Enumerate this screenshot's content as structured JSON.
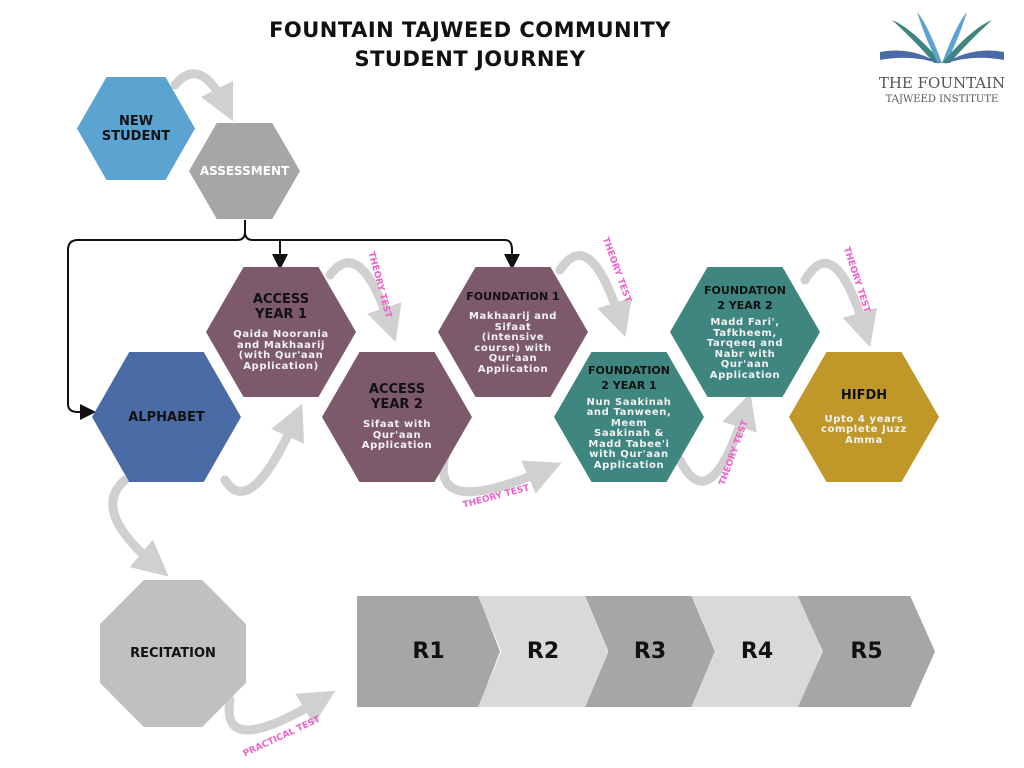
{
  "title": {
    "line1": "FOUNTAIN  TAJWEED COMMUNITY",
    "line2": "STUDENT JOURNEY"
  },
  "logo": {
    "line1": "THE FOUNTAIN",
    "line2": "TAJWEED INSTITUTE"
  },
  "nodes": {
    "new_student": {
      "title": "NEW STUDENT"
    },
    "assessment": {
      "title": "ASSESSMENT"
    },
    "alphabet": {
      "title": "ALPHABET"
    },
    "access1": {
      "title": "ACCESS YEAR 1",
      "desc": "Qaida Noorania and Makhaarij (with Qur'aan Application)"
    },
    "access2": {
      "title": "ACCESS YEAR 2",
      "desc": "Sifaat with Qur'aan Application"
    },
    "foundation1": {
      "title": "FOUNDATION 1",
      "desc": "Makhaarij and Sifaat (intensive course) with Qur'aan Application"
    },
    "f2y1": {
      "title": "FOUNDATION 2 YEAR 1",
      "desc": "Nun Saakinah and Tanween, Meem Saakinah & Madd Tabee'i with Qur'aan Application"
    },
    "f2y2": {
      "title": "FOUNDATION 2 YEAR 2",
      "desc": "Madd Fari', Tafkheem, Tarqeeq and Nabr with Qur'aan Application"
    },
    "hifdh": {
      "title": "HIFDH",
      "desc": "Upto 4 years complete Juzz Amma"
    },
    "recitation": {
      "title": "RECITATION"
    }
  },
  "levels": [
    "R1",
    "R2",
    "R3",
    "R4",
    "R5"
  ],
  "labels": {
    "theory": "THEORY TEST",
    "practical": "PRACTICAL TEST"
  },
  "colors": {
    "blue_light": "#5ba3d0",
    "gray": "#a6a6a6",
    "mauve": "#7d5a6b",
    "blue": "#4a6ba6",
    "teal": "#3f8580",
    "gold": "#c0982a",
    "pink": "#ef5fc8"
  }
}
